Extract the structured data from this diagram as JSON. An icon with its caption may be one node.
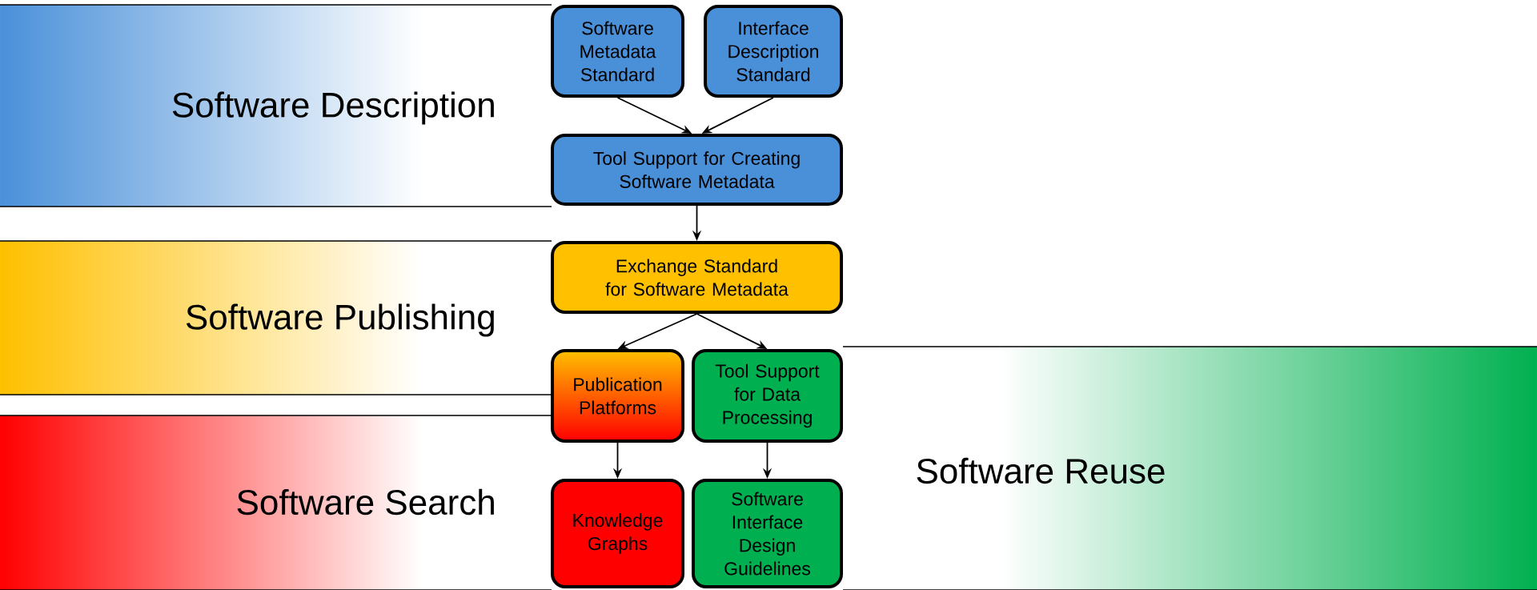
{
  "diagram": {
    "nodes": [
      {
        "text": [
          "Software Description"
        ]
      },
      {
        "text": [
          "Software Metadata Standard"
        ]
      },
      {
        "text": [
          "Interface Description Standard"
        ]
      },
      {
        "text": [
          "Tool Support for Creating Software Metadata"
        ]
      },
      {
        "text": [
          "Software Publishing"
        ]
      },
      {
        "text": [
          "Exchange Standard for Software Metadata"
        ]
      },
      {
        "text": [
          "Publication Platforms"
        ]
      },
      {
        "text": [
          "Tool Support for Data Processing"
        ]
      },
      {
        "text": [
          "Software Reuse"
        ]
      },
      {
        "text": [
          "Software Search"
        ]
      },
      {
        "text": [
          "Knowledge Graphs"
        ]
      },
      {
        "text": [
          "Software Interface Design Guidelines"
        ]
      }
    ],
    "edges": [
      {
        "from": 1,
        "to": 3,
        "arrow": "to"
      },
      {
        "from": 2,
        "to": 3,
        "arrow": "to"
      },
      {
        "from": 3,
        "to": 5,
        "arrow": "to"
      },
      {
        "from": 5,
        "to": 6,
        "arrow": "to"
      },
      {
        "from": 5,
        "to": 7,
        "arrow": "to"
      },
      {
        "from": 6,
        "to": 10,
        "arrow": "to"
      },
      {
        "from": 7,
        "to": 11,
        "arrow": "to"
      }
    ]
  }
}
